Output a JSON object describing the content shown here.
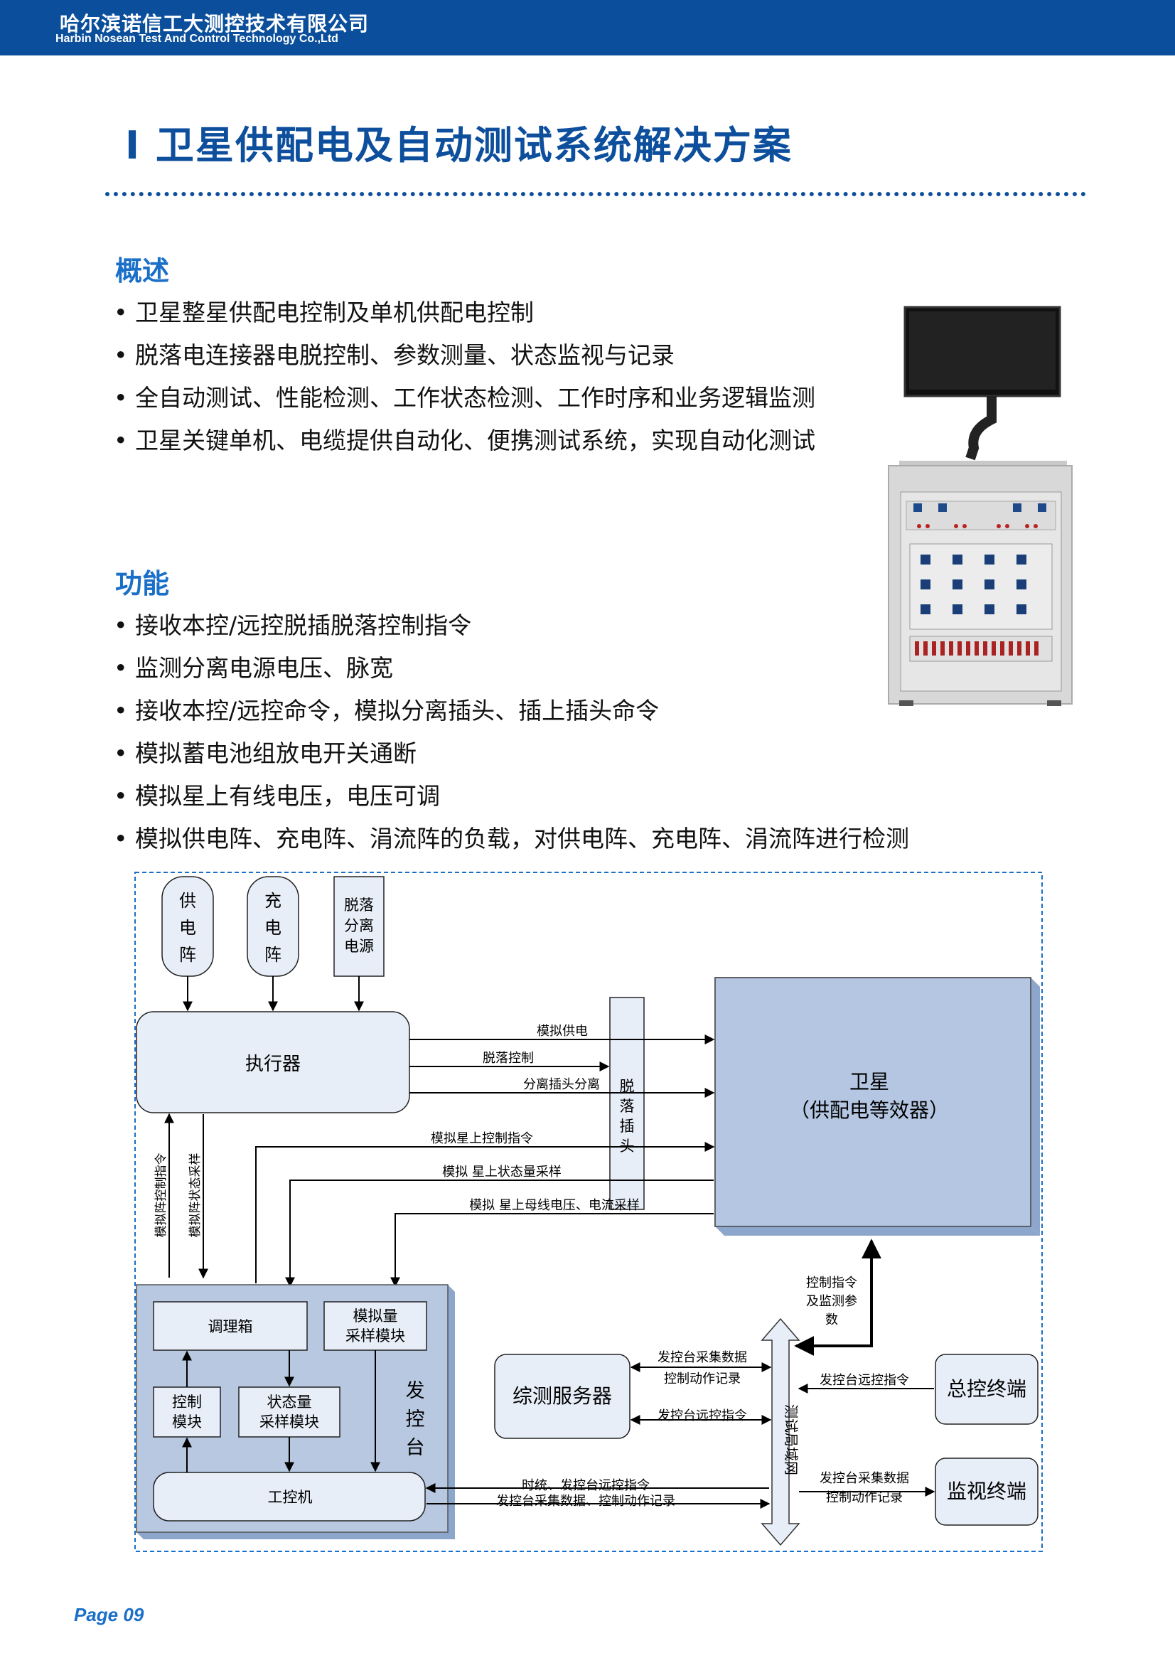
{
  "header": {
    "company_cn": "哈尔滨诺信工大测控技术有限公司",
    "company_en": "Harbin Nosean Test And Control Technology Co.,Ltd"
  },
  "title": "I 卫星供配电及自动测试系统解决方案",
  "overview": {
    "heading": "概述",
    "items": [
      "卫星整星供配电控制及单机供配电控制",
      "脱落电连接器电脱控制、参数测量、状态监视与记录",
      "全自动测试、性能检测、工作状态检测、工作时序和业务逻辑监测",
      "卫星关键单机、电缆提供自动化、便携测试系统，实现自动化测试"
    ]
  },
  "functions": {
    "heading": "功能",
    "items": [
      "接收本控/远控脱插脱落控制指令",
      "监测分离电源电压、脉宽",
      "接收本控/远控命令，模拟分离插头、插上插头命令",
      "模拟蓄电池组放电开关通断",
      "模拟星上有线电压，电压可调",
      "模拟供电阵、充电阵、涓流阵的负载，对供电阵、充电阵、涓流阵进行检测"
    ]
  },
  "diagram": {
    "supply_array": "供电阵",
    "charge_array": "充电阵",
    "separation_power": "脱落分离电源",
    "executor": "执行器",
    "satellite_line1": "卫星",
    "satellite_line2": "（供配电等效器）",
    "plug": "脱落插头",
    "sig_power": "模拟供电",
    "sig_drop": "脱落控制",
    "sig_plug_sep": "分离插头分离",
    "sig_onboard_cmd": "模拟星上控制指令",
    "sig_onboard_status": "模拟 星上状态量采样",
    "sig_onboard_bus": "模拟 星上母线电压、电流采样",
    "sig_array_cmd": "模拟阵控制指令",
    "sig_array_status": "模拟阵状态采样",
    "console": "发控台",
    "conditioner": "调理箱",
    "analog_line1": "模拟量",
    "analog_line2": "采样模块",
    "control_line1": "控制",
    "control_line2": "模块",
    "status_line1": "状态量",
    "status_line2": "采样模块",
    "ipc": "工控机",
    "server": "综测服务器",
    "lan": "测试局域网",
    "master_terminal": "总控终端",
    "monitor_terminal": "监视终端",
    "sig_ctrl_line1": "控制指令",
    "sig_ctrl_line2": "及监测参",
    "sig_ctrl_line3": "数",
    "sig_srv_a1": "发控台采集数据",
    "sig_srv_a2": "控制动作记录",
    "sig_srv_b": "发控台远控指令",
    "sig_master": "发控台远控指令",
    "sig_ipc_1": "时统、发控台远控指令",
    "sig_ipc_2": "发控台采集数据、控制动作记录",
    "sig_mon_1": "发控台采集数据",
    "sig_mon_2": "控制动作记录"
  },
  "footer": {
    "page": "Page 09"
  },
  "colors": {
    "brand": "#0b4f9c",
    "accent": "#1a6fc8",
    "box_fill": "#e8eef8",
    "console_fill": "#b7c8e0",
    "satellite_fill": "#b4c6e2"
  }
}
